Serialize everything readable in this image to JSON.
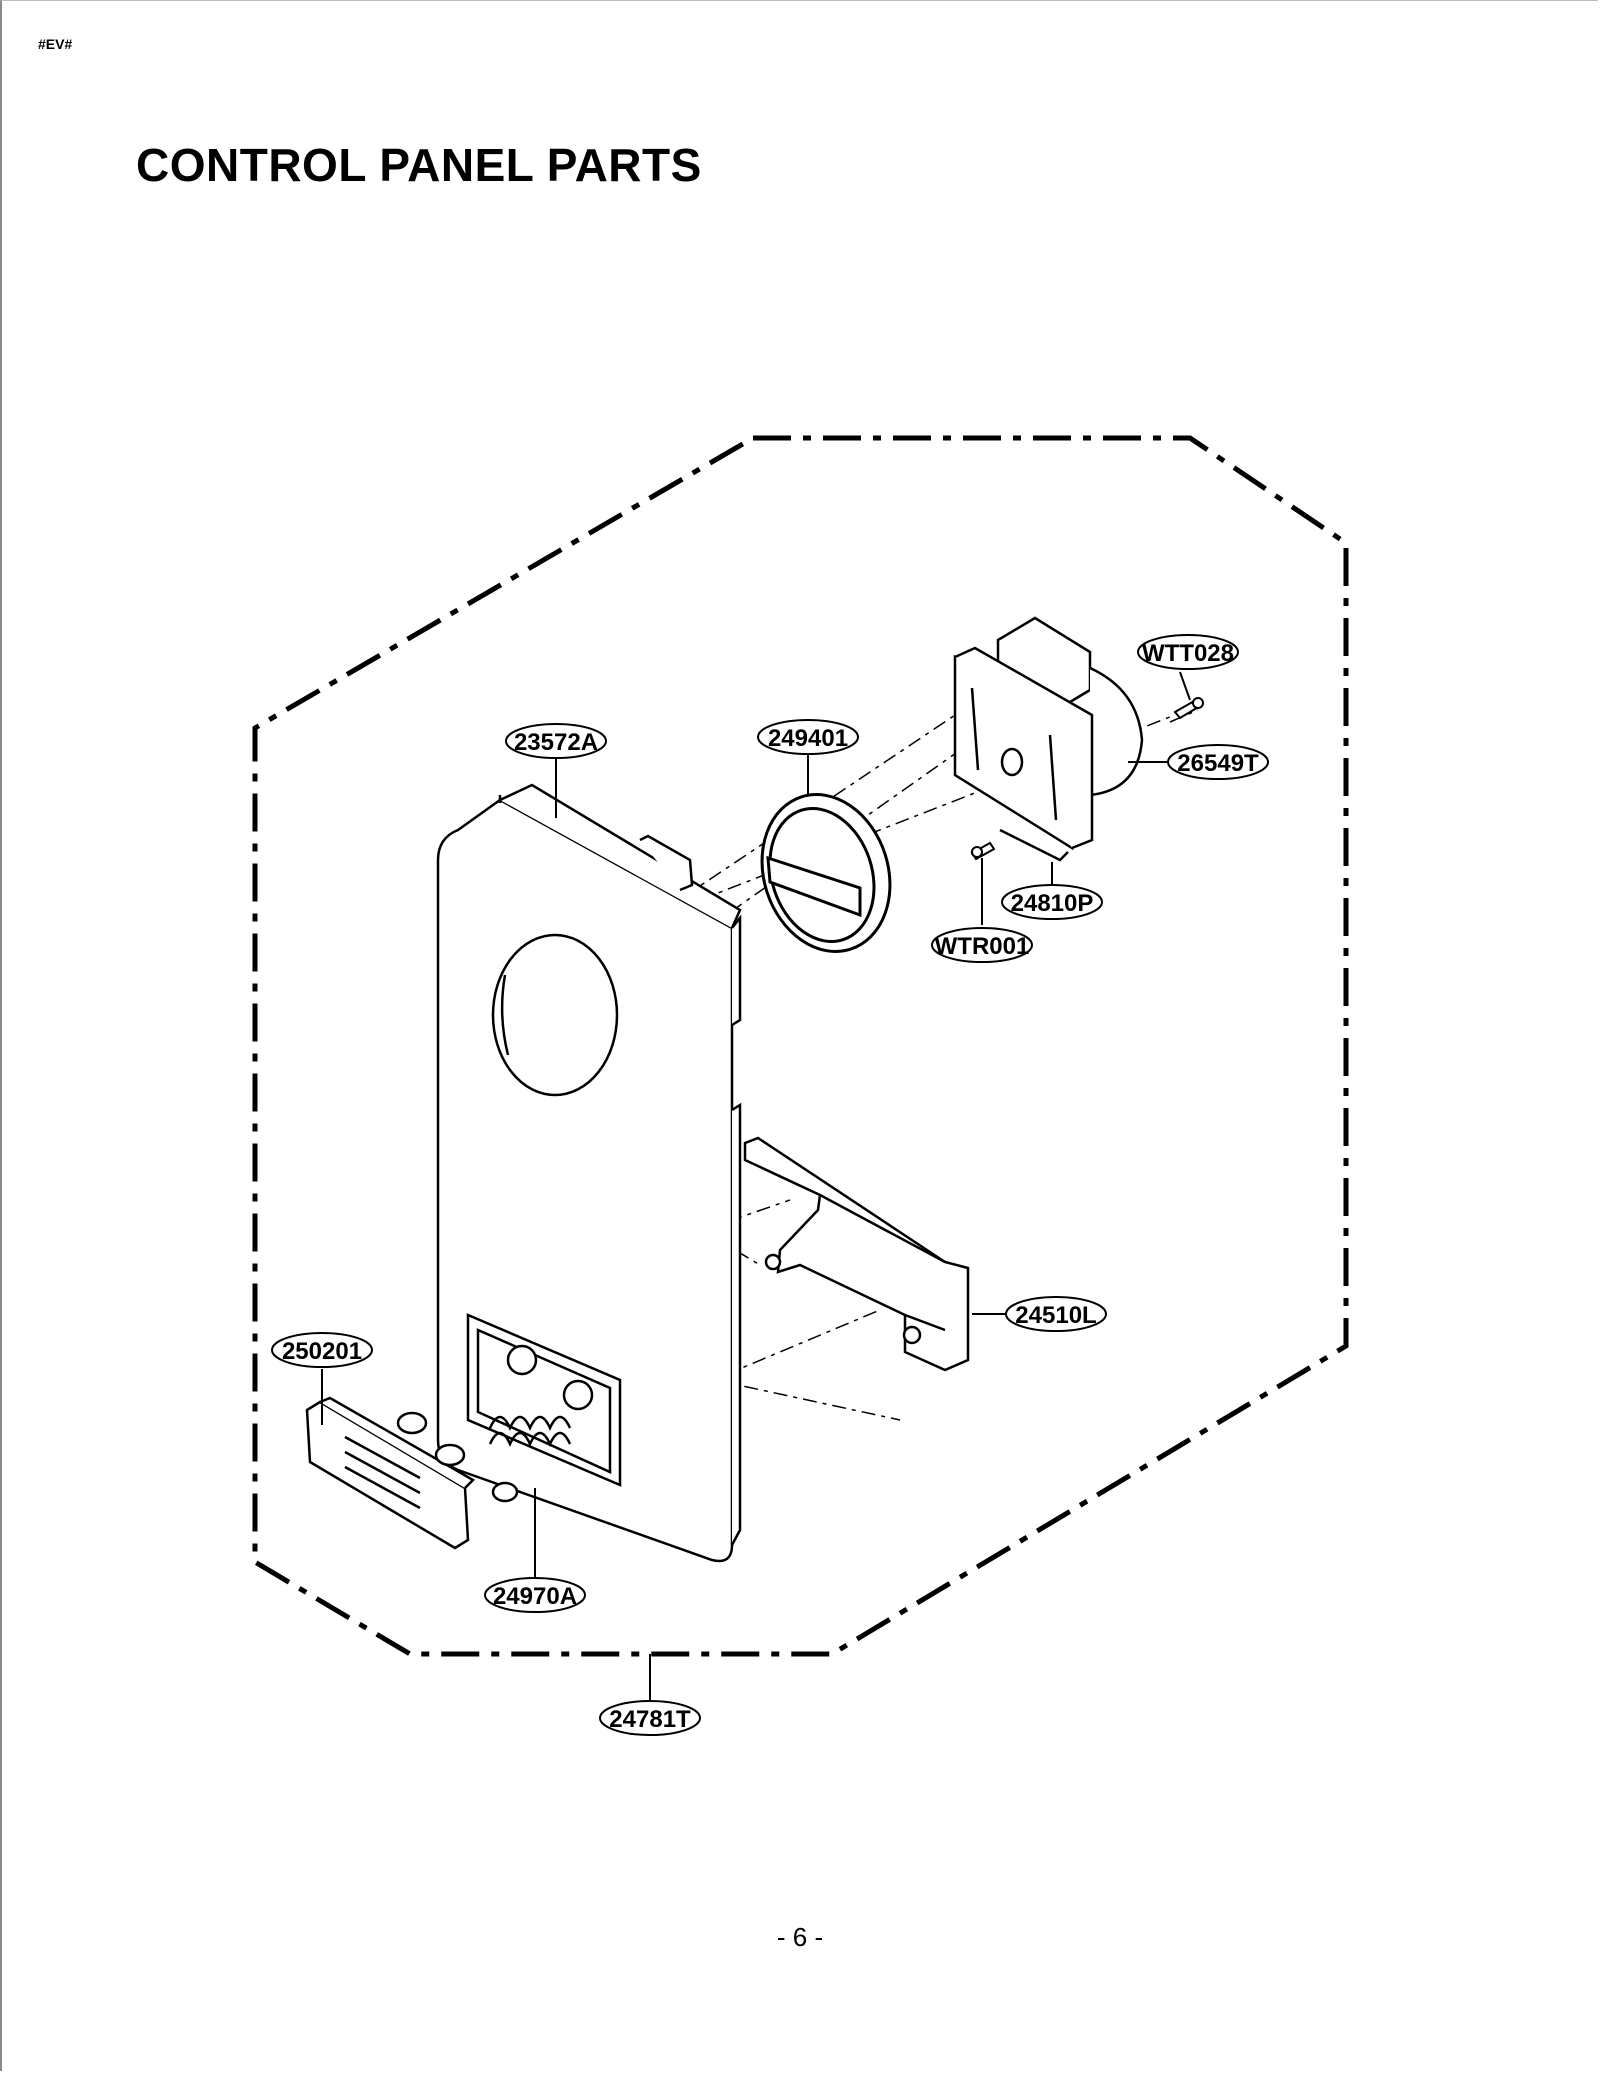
{
  "header": {
    "doc_code": "#EV#"
  },
  "title": "CONTROL PANEL PARTS",
  "footer": {
    "page_number": "- 6 -"
  },
  "callouts": [
    {
      "id": "frame",
      "label": "24781T"
    },
    {
      "id": "panel",
      "label": "23572A"
    },
    {
      "id": "knob",
      "label": "249401"
    },
    {
      "id": "timer",
      "label": "26549T"
    },
    {
      "id": "screw-top",
      "label": "WTT028"
    },
    {
      "id": "bracket",
      "label": "24810P"
    },
    {
      "id": "screw-bottom",
      "label": "WTR001"
    },
    {
      "id": "lever",
      "label": "24510L"
    },
    {
      "id": "button",
      "label": "250201"
    },
    {
      "id": "spring",
      "label": "24970A"
    }
  ]
}
